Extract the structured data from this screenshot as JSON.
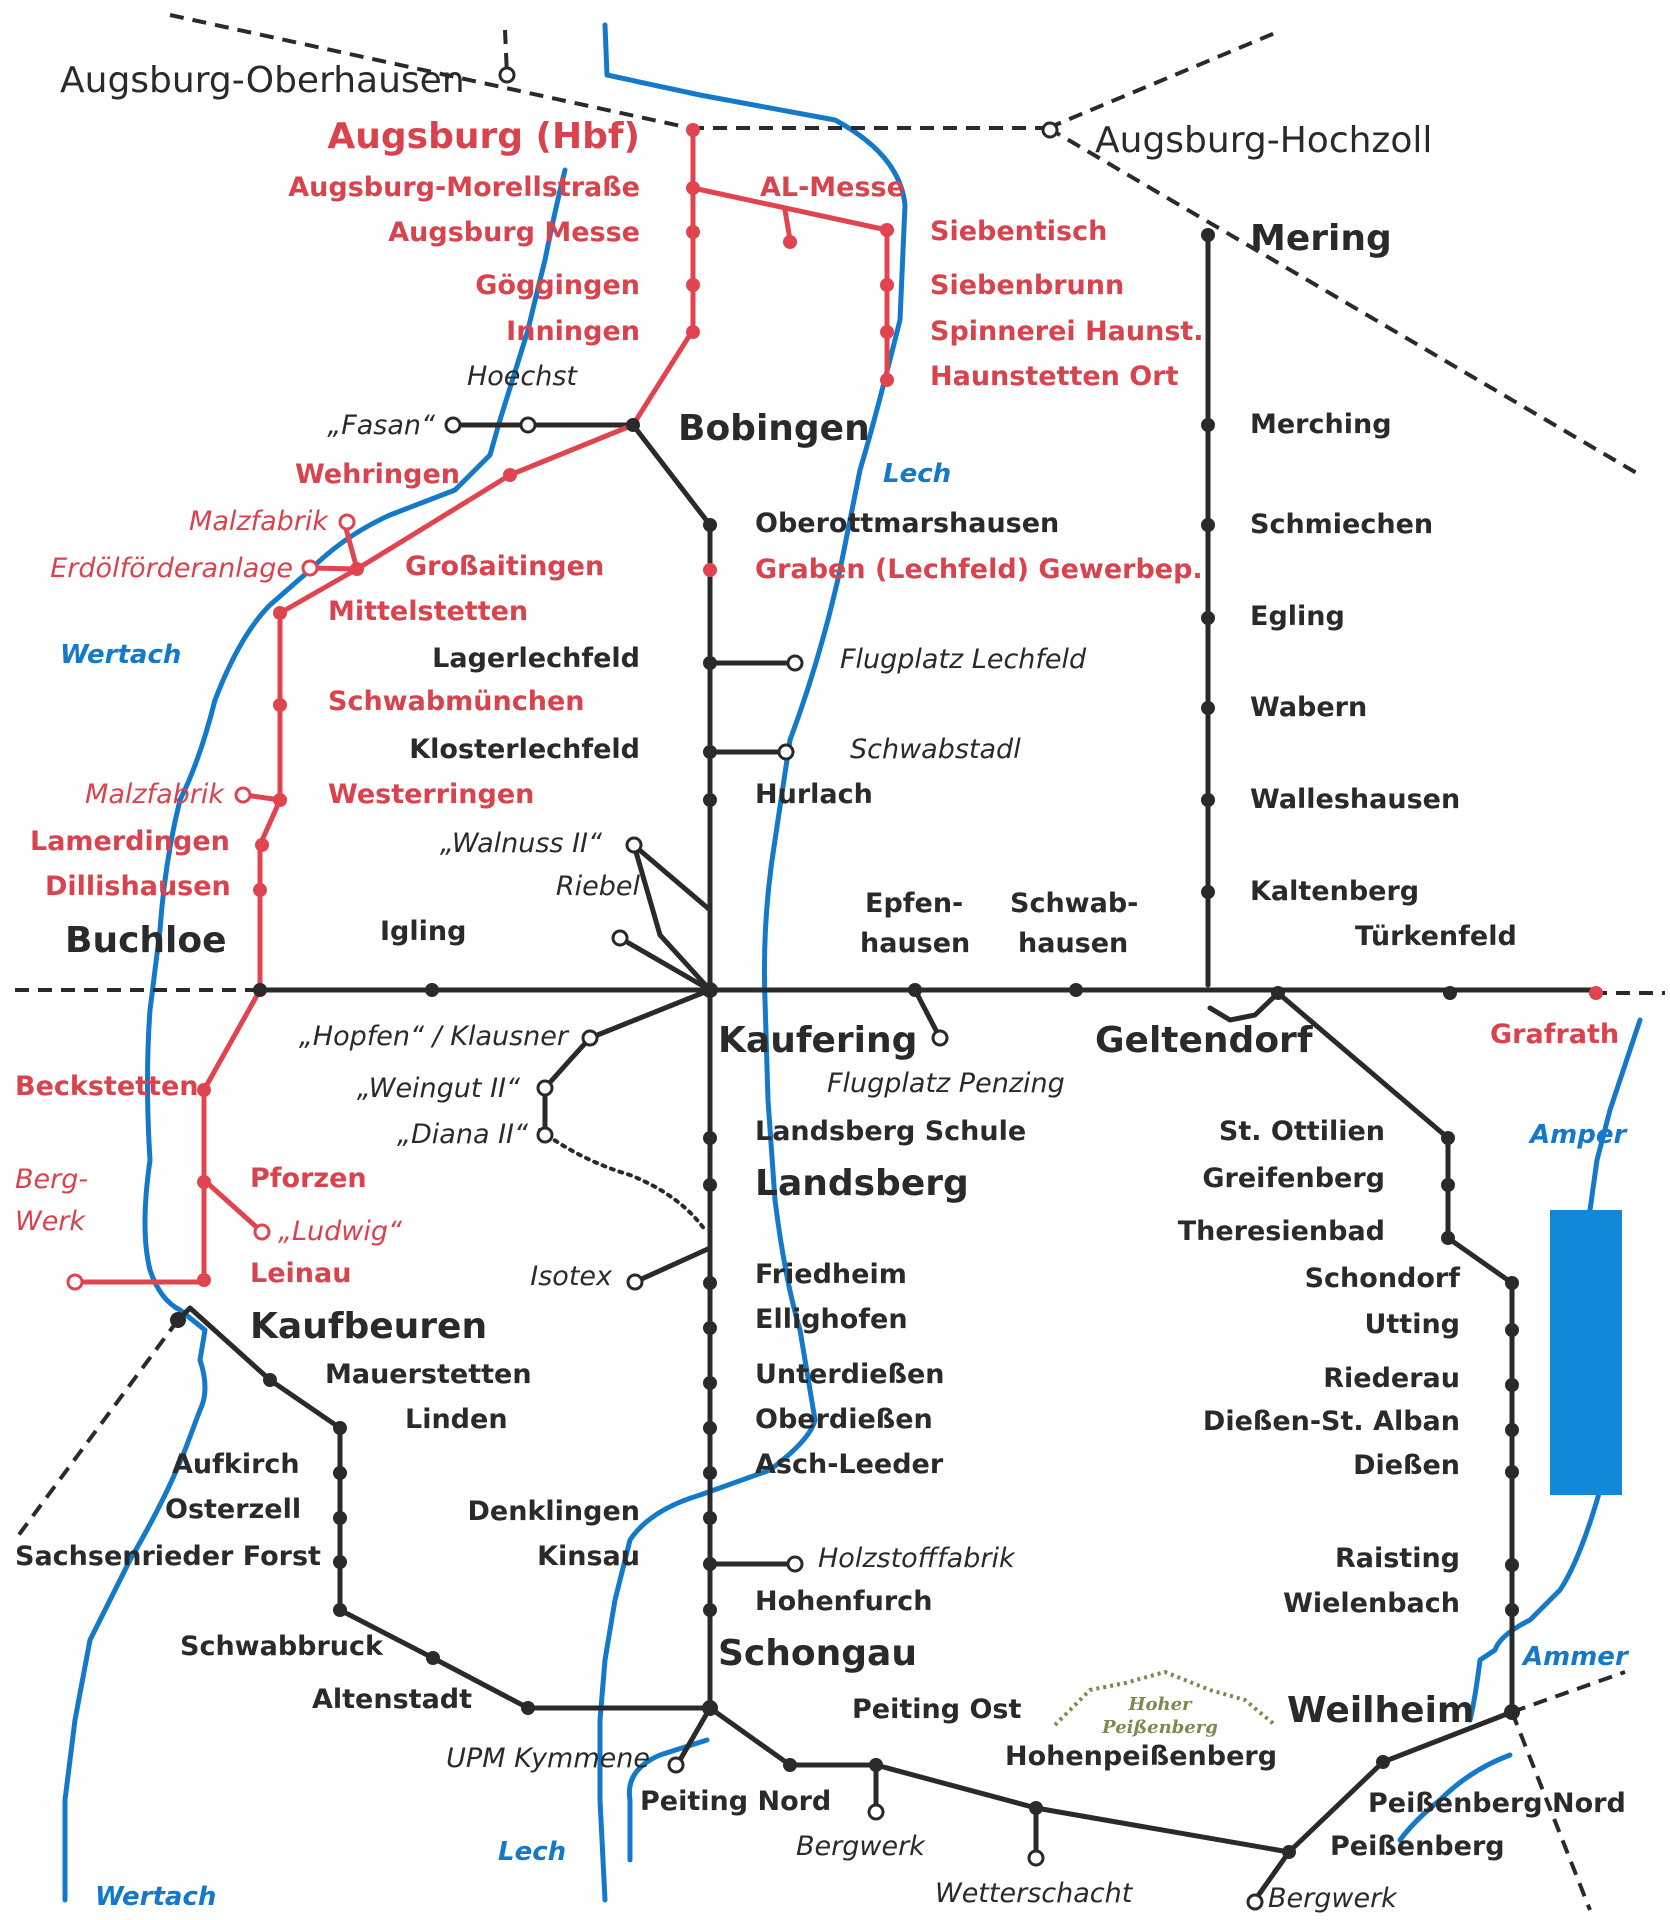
{
  "colors": {
    "river": "#1479c8",
    "active_line": "#2a2a2a",
    "historic_line": "#e0454f",
    "historic_text": "#d8434d",
    "lake": "#1488d8",
    "mountain": "#7b8a4e"
  },
  "stations": {
    "augsburg_oberhausen": "Augsburg-Oberhausen",
    "augsburg_hbf": "Augsburg (Hbf)",
    "augsburg_morellstrasse": "Augsburg-Morellstraße",
    "augsburg_messe": "Augsburg Messe",
    "goeggingen": "Göggingen",
    "inningen": "Inningen",
    "hoechst": "Hoechst",
    "fasan": "„Fasan“",
    "al_messe": "AL-Messe",
    "siebentisch": "Siebentisch",
    "siebenbrunn": "Siebenbrunn",
    "spinnerei": "Spinnerei Haunst.",
    "haunstetten_ort": "Haunstetten Ort",
    "augsburg_hochzoll": "Augsburg-Hochzoll",
    "mering": "Mering",
    "bobingen": "Bobingen",
    "wehringen": "Wehringen",
    "malzfabrik_1": "Malzfabrik",
    "erdoel": "Erdölförderanlage",
    "grossaitingen": "Großaitingen",
    "mittelstetten": "Mittelstetten",
    "oberottmarshausen": "Oberottmarshausen",
    "graben": "Graben (Lechfeld) Gewerbep.",
    "lagerlechfeld": "Lagerlechfeld",
    "flugplatz_lechfeld": "Flugplatz Lechfeld",
    "schwabmuenchen": "Schwabmünchen",
    "klosterlechfeld": "Klosterlechfeld",
    "schwabstadl": "Schwabstadl",
    "malzfabrik_2": "Malzfabrik",
    "westerringen": "Westerringen",
    "hurlach": "Hurlach",
    "lamerdingen": "Lamerdingen",
    "walnuss": "„Walnuss II“",
    "dillishausen": "Dillishausen",
    "riebel": "Riebel",
    "buchloe": "Buchloe",
    "igling": "Igling",
    "epfen1": "Epfen-",
    "epfen2": "hausen",
    "schwab1": "Schwab-",
    "schwab2": "hausen",
    "merching": "Merching",
    "schmiechen": "Schmiechen",
    "egling": "Egling",
    "wabern": "Wabern",
    "walleshausen": "Walleshausen",
    "kaltenberg": "Kaltenberg",
    "tuerkenfeld": "Türkenfeld",
    "hopfen": "„Hopfen“ / Klausner",
    "kaufering": "Kaufering",
    "geltendorf": "Geltendorf",
    "grafrath": "Grafrath",
    "flugplatz_penzing": "Flugplatz Penzing",
    "weingut": "„Weingut II“",
    "diana": "„Diana II“",
    "beckstetten": "Beckstetten",
    "landsberg_schule": "Landsberg Schule",
    "landsberg": "Landsberg",
    "st_ottilien": "St. Ottilien",
    "greifenberg": "Greifenberg",
    "theresienbad": "Theresienbad",
    "schondorf": "Schondorf",
    "utting": "Utting",
    "pforzen": "Pforzen",
    "ludwig": "„Ludwig“",
    "berg1": "Berg-",
    "berg2": "Werk",
    "leinau": "Leinau",
    "isotex": "Isotex",
    "friedheim": "Friedheim",
    "ellighofen": "Ellighofen",
    "kaufbeuren": "Kaufbeuren",
    "mauerstetten": "Mauerstetten",
    "linden": "Linden",
    "unterdiessen": "Unterdießen",
    "oberdiessen": "Oberdießen",
    "asch_leeder": "Asch-Leeder",
    "riederau": "Riederau",
    "diessen_st_alban": "Dießen-St. Alban",
    "diessen": "Dießen",
    "aufkirch": "Aufkirch",
    "osterzell": "Osterzell",
    "sachsenrieder": "Sachsenrieder Forst",
    "denklingen": "Denklingen",
    "kinsau": "Kinsau",
    "holzstofffabrik": "Holzstofffabrik",
    "hohenfurch": "Hohenfurch",
    "raisting": "Raisting",
    "wielenbach": "Wielenbach",
    "schwabbruck": "Schwabbruck",
    "schongau": "Schongau",
    "altenstadt": "Altenstadt",
    "peiting_ost": "Peiting Ost",
    "hohenpeissenberg": "Hohenpeißenberg",
    "weilheim": "Weilheim",
    "upm": "UPM Kymmene",
    "peiting_nord": "Peiting Nord",
    "bergwerk_1": "Bergwerk",
    "peissenberg_nord": "Peißenberg Nord",
    "peissenberg": "Peißenberg",
    "wetterschacht": "Wetterschacht",
    "bergwerk_2": "Bergwerk"
  },
  "rivers": {
    "lech_1": "Lech",
    "lech_2": "Lech",
    "wertach_1": "Wertach",
    "wertach_2": "Wertach",
    "amper": "Amper",
    "ammer": "Ammer"
  },
  "mountain": {
    "line1": "Hoher",
    "line2": "Peißenberg"
  }
}
